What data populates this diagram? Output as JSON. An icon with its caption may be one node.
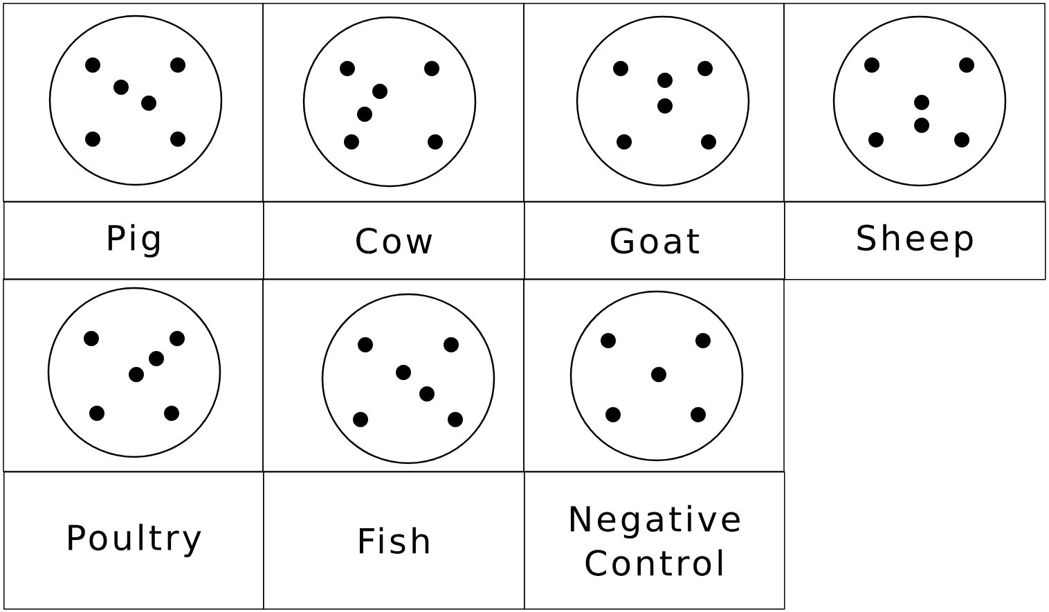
{
  "diagram": {
    "nodes": [
      {
        "text": [],
        "shape": "circle"
      },
      {
        "text": [],
        "shape": "circle"
      },
      {
        "text": [],
        "shape": "circle"
      },
      {
        "text": [],
        "shape": "circle"
      },
      {
        "text": [
          "Pig"
        ]
      },
      {
        "text": [
          "Cow"
        ]
      },
      {
        "text": [
          "Goat"
        ]
      },
      {
        "text": [
          "Sheep"
        ]
      },
      {
        "text": [],
        "shape": "circle"
      },
      {
        "text": [],
        "shape": "circle"
      },
      {
        "text": [],
        "shape": "circle"
      },
      {
        "text": [
          "Poultry"
        ]
      },
      {
        "text": [
          "Fish"
        ]
      },
      {
        "text": [
          "Negative Control"
        ]
      }
    ]
  }
}
